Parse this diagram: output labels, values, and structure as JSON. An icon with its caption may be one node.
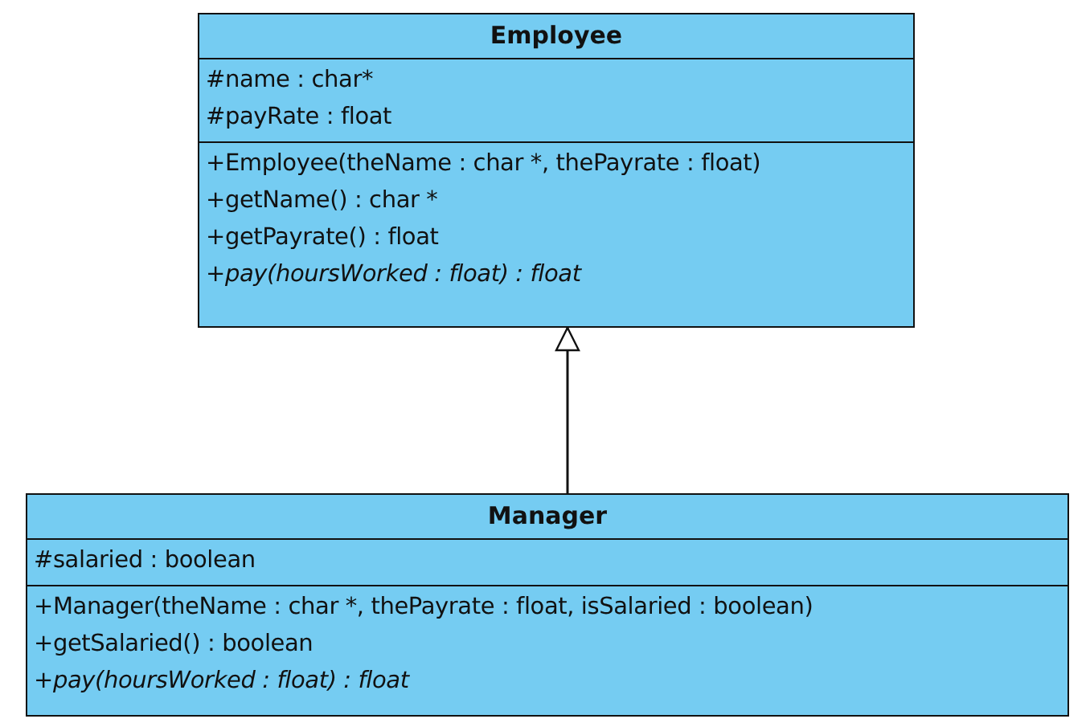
{
  "diagram": {
    "nodes": [
      {
        "text": [
          "Employee"
        ]
      },
      {
        "text": [
          "#name : char*",
          "#payRate : float"
        ],
        "in": 0
      },
      {
        "text": [
          "+Employee(theName : char *, thePayrate : float)",
          "+getName() : char *",
          "+getPayrate() : float",
          "*+pay(hoursWorked : float) : float*"
        ],
        "in": 0
      },
      {
        "text": [
          "Manager"
        ]
      },
      {
        "text": [
          "#salaried : boolean"
        ],
        "in": 3
      },
      {
        "text": [
          "+Manager(theName : char *, thePayrate : float, isSalaried : boolean)",
          "+getSalaried() : boolean",
          "*+pay(hoursWorked : float) : float*"
        ],
        "in": 3
      }
    ],
    "edges": [
      {
        "from": 3,
        "to": 0,
        "arrow": "to"
      }
    ]
  }
}
